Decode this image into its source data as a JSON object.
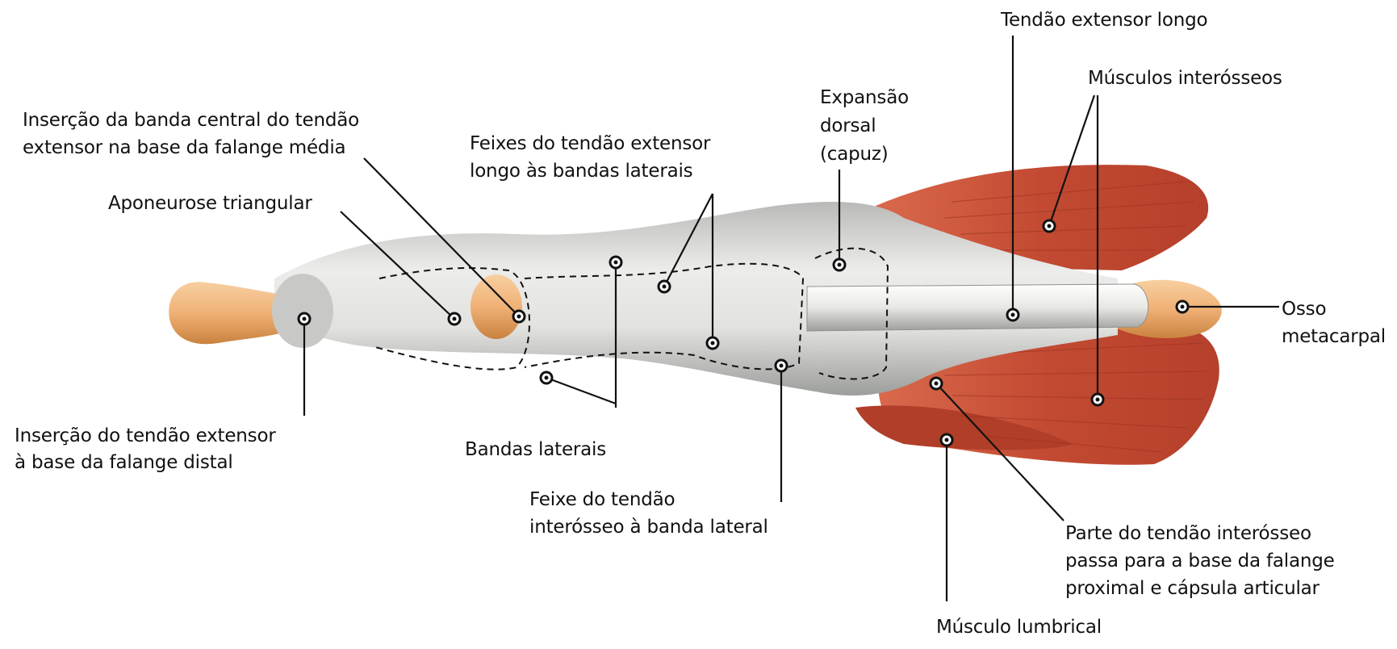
{
  "labels": {
    "tendao_extensor_longo": "Tendão extensor longo",
    "musculos_interosseos": "Músculos interósseos",
    "expansao_dorsal_1": "Expansão",
    "expansao_dorsal_2": "dorsal",
    "expansao_dorsal_3": "(capuz)",
    "insercao_banda_central_1": "Inserção da banda central do tendão",
    "insercao_banda_central_2": "extensor na base da falange média",
    "feixes_tendao_extensor_1": "Feixes do tendão extensor",
    "feixes_tendao_extensor_2": "longo às bandas laterais",
    "aponeurose_triangular": "Aponeurose triangular",
    "osso_metacarpal_1": "Osso",
    "osso_metacarpal_2": "metacarpal",
    "insercao_falange_distal_1": "Inserção do tendão extensor",
    "insercao_falange_distal_2": "à base da falange distal",
    "bandas_laterais": "Bandas laterais",
    "feixe_interosseo_1": "Feixe do tendão",
    "feixe_interosseo_2": "interósseo à banda lateral",
    "parte_tendao_interosseo_1": "Parte do tendão interósseo",
    "parte_tendao_interosseo_2": "passa para a base da falange",
    "parte_tendao_interosseo_3": "proximal e cápsula articular",
    "musculo_lumbrical": "Músculo lumbrical"
  },
  "colors": {
    "muscle": "#c8462f",
    "muscle_light": "#e27a5e",
    "tendon": "#dcdcd8",
    "tendon_shadow": "#9ea0a0",
    "bone": "#f0b47a",
    "bone_dark": "#c77a3c"
  }
}
